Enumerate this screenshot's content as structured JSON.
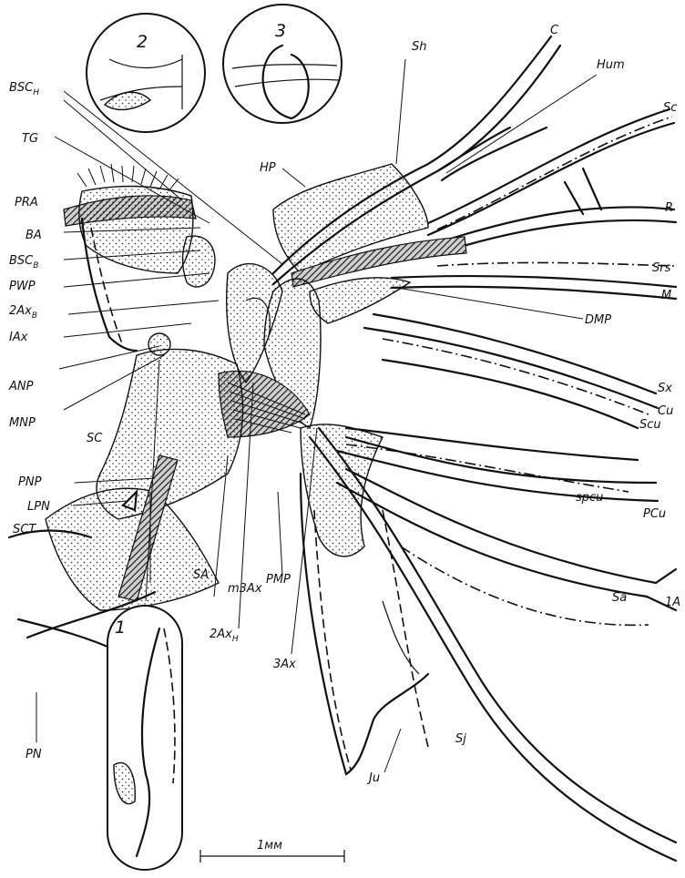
{
  "labels": {
    "c": "C",
    "sh": "Sh",
    "hum": "Hum",
    "sc_vein": "Sc",
    "r": "R",
    "srs": "Srs",
    "m": "M",
    "dmp": "DMP",
    "sx": "Sx",
    "cu": "Cu",
    "scu": "Scu",
    "spcu": "spcu",
    "pcu": "PCu",
    "sa": "Sa",
    "one_a": "1A",
    "sj": "Sj",
    "ju": "Ju",
    "three_ax": "3Ax",
    "pmp": "PMP",
    "two_ax_h": "2Ax",
    "two_ax_h_sub": "H",
    "m3ax": "m3Ax",
    "sa_sclerite": "SA",
    "pn": "PN",
    "sct": "SCT",
    "lpn": "LPN",
    "pnp": "PNP",
    "sc_scutum": "SC",
    "mnp": "MNP",
    "anp": "ANP",
    "iax": "IAx",
    "two_ax_b": "2Ax",
    "two_ax_b_sub": "B",
    "pwp": "PWP",
    "bsc_b": "BSC",
    "bsc_b_sub": "B",
    "ba": "BA",
    "pra": "PRA",
    "tg": "TG",
    "bsc_h": "BSC",
    "bsc_h_sub": "H",
    "hp": "HP"
  },
  "insets": {
    "inset1": "1",
    "inset2": "2",
    "inset3": "3"
  },
  "scale_bar": "1мм"
}
